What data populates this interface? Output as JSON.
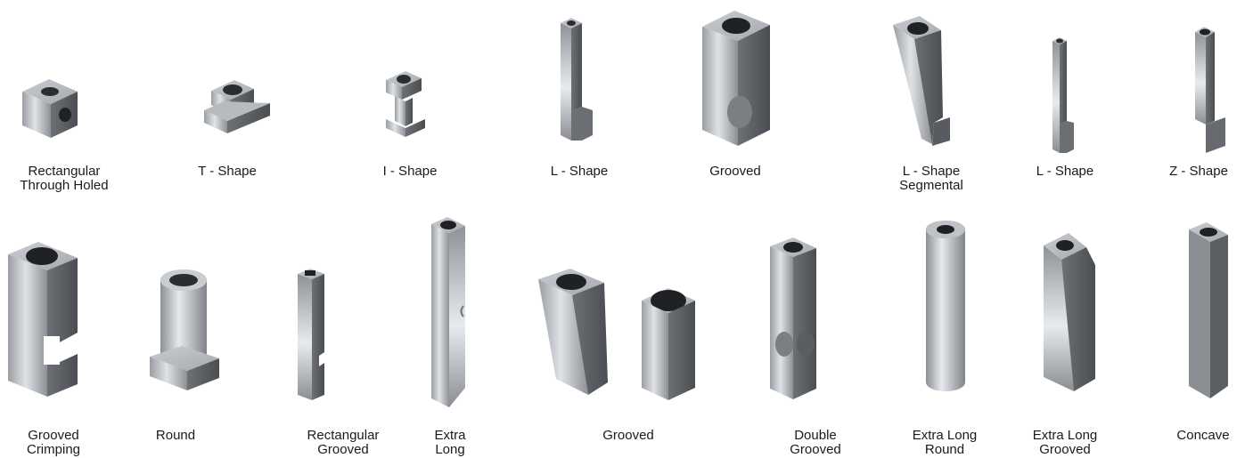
{
  "defs_note": "",
  "row1": [
    {
      "id": "rect-through-holed",
      "label": "Rectangular\nThrough Holed"
    },
    {
      "id": "t-shape",
      "label": "T - Shape"
    },
    {
      "id": "i-shape",
      "label": "I - Shape"
    },
    {
      "id": "l-shape-1",
      "label": "L - Shape"
    },
    {
      "id": "grooved-1",
      "label": "Grooved"
    },
    {
      "id": "l-shape-segmental",
      "label": "L - Shape\nSegmental"
    },
    {
      "id": "l-shape-2",
      "label": "L - Shape"
    },
    {
      "id": "z-shape",
      "label": "Z - Shape"
    }
  ],
  "row2": [
    {
      "id": "grooved-crimping",
      "label": "Grooved\nCrimping"
    },
    {
      "id": "round",
      "label": "Round"
    },
    {
      "id": "rect-grooved",
      "label": "Rectangular\nGrooved"
    },
    {
      "id": "extra-long",
      "label": "Extra\nLong"
    },
    {
      "id": "grooved-2",
      "label": "Grooved"
    },
    {
      "id": "double-grooved",
      "label": "Double\nGrooved"
    },
    {
      "id": "extra-long-round",
      "label": "Extra Long\nRound"
    },
    {
      "id": "extra-long-grooved",
      "label": "Extra Long\nGrooved"
    },
    {
      "id": "concave",
      "label": "Concave"
    }
  ]
}
